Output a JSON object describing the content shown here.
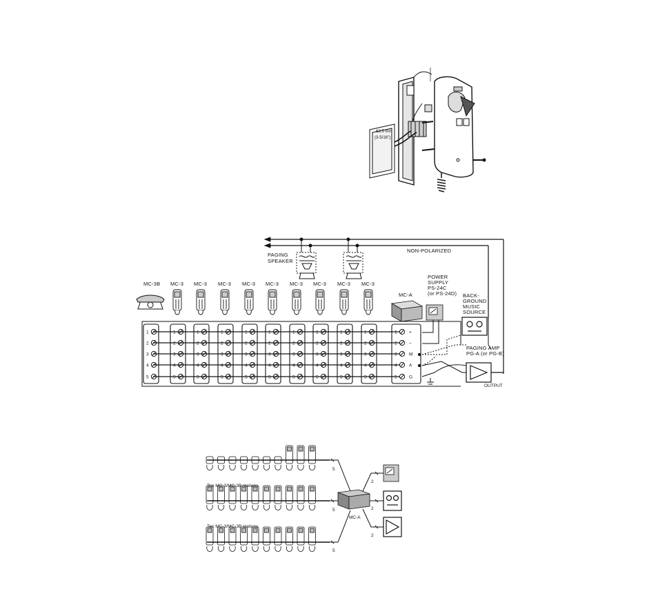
{
  "mounting": {
    "dimension_mm": "63.5 mm",
    "dimension_in": "(3-5/16\")"
  },
  "wiring": {
    "non_polarized": "NON-POLARIZED",
    "paging_speaker_line1": "PAGING",
    "paging_speaker_line2": "SPEAKER",
    "mc3b_label": "MC-3B",
    "mc3_labels": [
      "MC-3",
      "MC-3",
      "MC-3",
      "MC-3",
      "MC-3",
      "MC-3",
      "MC-3",
      "MC-3",
      "MC-3"
    ],
    "mca_label": "MC-A",
    "power_supply_lines": [
      "POWER",
      "SUPPLY",
      "PS-24C",
      "(or PS-24D)"
    ],
    "bgm_lines": [
      "BACK-",
      "GROUND",
      "MUSIC",
      "SOURCE"
    ],
    "paging_amp_lines": [
      "PAGING AMP",
      "PG-A (or PG-B)"
    ],
    "output_label": "OUTPUT",
    "terminal_numbers": [
      "1",
      "2",
      "3",
      "4",
      "5"
    ],
    "mca_terminal_marks": [
      "+",
      "–",
      "M",
      "A",
      "G"
    ]
  },
  "system": {
    "stations_label_1": "Ten MC-3/MC-3B stations",
    "stations_label_2": "Ten MC-3/MC-3B stations",
    "wire_count_5": "5",
    "wire_count_2": "2",
    "mca_label": "MC-A"
  }
}
